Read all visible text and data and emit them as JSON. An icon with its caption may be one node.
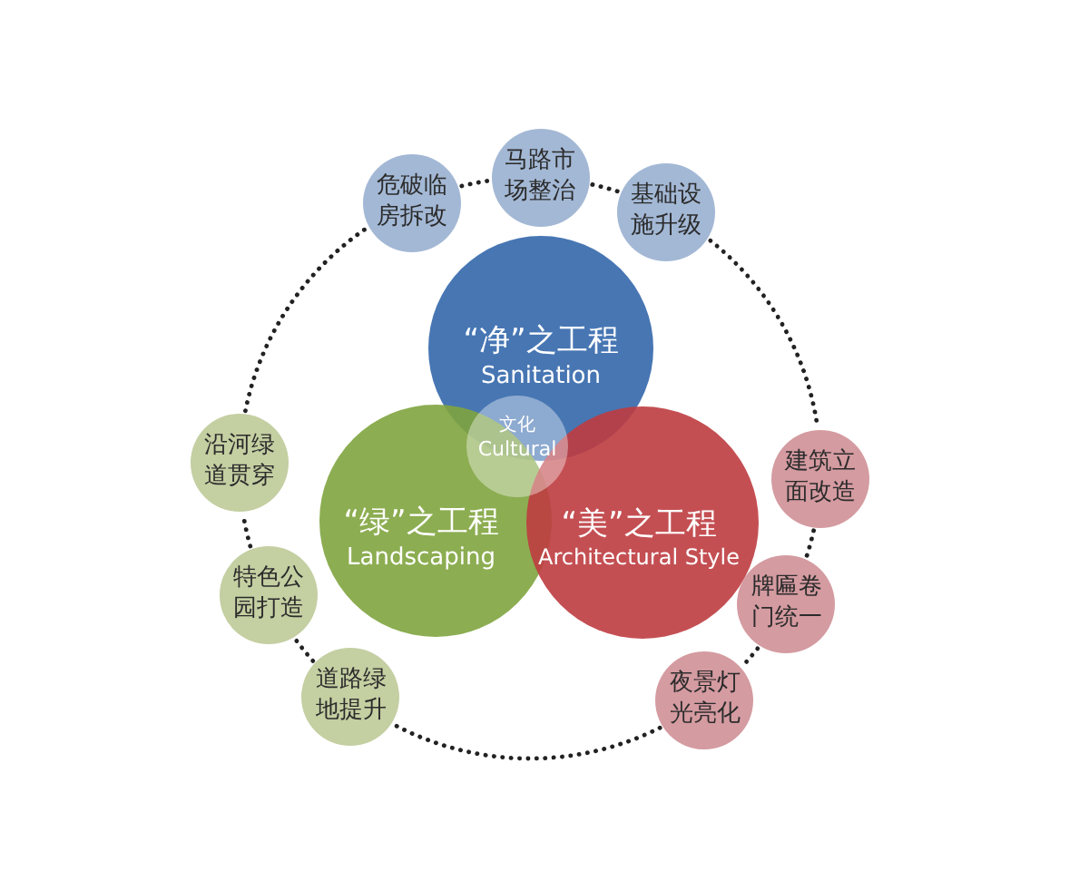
{
  "diagram": {
    "nodes": [
      {
        "text": [
          "危破临房拆改"
        ]
      },
      {
        "text": [
          "马路市场整治"
        ]
      },
      {
        "text": [
          "基础设施升级"
        ]
      },
      {
        "text": [
          "“净”之工程",
          "Sanitation"
        ]
      },
      {
        "text": [
          "文化",
          "Cultural"
        ]
      },
      {
        "text": [
          "沿河绿道贯穿"
        ]
      },
      {
        "text": [
          "“绿”之工程",
          "Landscaping"
        ]
      },
      {
        "text": [
          "“美”之工程",
          "Architectural Style"
        ]
      },
      {
        "text": [
          "建筑立面改造"
        ]
      },
      {
        "text": [
          "特色公园打造"
        ]
      },
      {
        "text": [
          "牌匾卷门统一"
        ]
      },
      {
        "text": [
          "道路绿地提升"
        ]
      },
      {
        "text": [
          "夜景灯光亮化"
        ]
      }
    ],
    "edges": [
      {
        "from": 0,
        "to": 1,
        "arrow": "none",
        "style": "dashed"
      },
      {
        "from": 1,
        "to": 2,
        "arrow": "none",
        "style": "dashed"
      },
      {
        "from": 2,
        "to": 8,
        "arrow": "none",
        "style": "dashed"
      },
      {
        "from": 8,
        "to": 10,
        "arrow": "none",
        "style": "dashed"
      },
      {
        "from": 10,
        "to": 12,
        "arrow": "none",
        "style": "dashed"
      },
      {
        "from": 12,
        "to": 11,
        "arrow": "none",
        "style": "dashed"
      },
      {
        "from": 11,
        "to": 9,
        "arrow": "none",
        "style": "dashed"
      },
      {
        "from": 9,
        "to": 5,
        "arrow": "none",
        "style": "dashed"
      },
      {
        "from": 5,
        "to": 0,
        "arrow": "none",
        "style": "dashed"
      }
    ]
  }
}
